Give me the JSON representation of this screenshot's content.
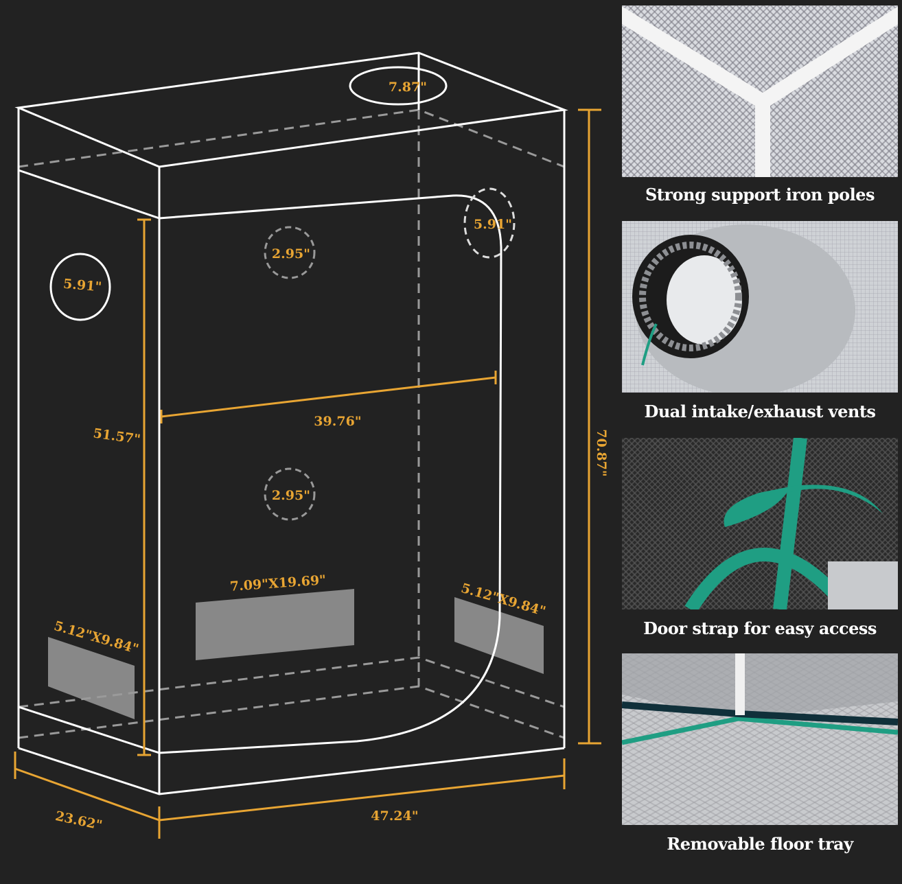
{
  "diagram": {
    "top_vent": "7.87\"",
    "side_vent_left": "5.91\"",
    "side_vent_right": "5.91\"",
    "cable_port_upper": "2.95\"",
    "cable_port_lower": "2.95\"",
    "door_width": "39.76\"",
    "door_height": "51.57\"",
    "total_height": "70.87\"",
    "width": "47.24\"",
    "depth": "23.62\"",
    "front_window": "7.09\"X19.69\"",
    "left_window": "5.12\"X9.84\"",
    "right_window": "5.12\"X9.84\""
  },
  "features": [
    {
      "caption": "Strong support iron poles",
      "icon": "iron-poles-photo"
    },
    {
      "caption": "Dual intake/exhaust vents",
      "icon": "vent-photo"
    },
    {
      "caption": "Door strap for easy access",
      "icon": "door-strap-photo"
    },
    {
      "caption": "Removable floor tray",
      "icon": "floor-tray-photo"
    }
  ],
  "colors": {
    "background": "#222222",
    "dimension": "#e8a533",
    "outline": "#ffffff",
    "strap": "#1f9e83"
  }
}
